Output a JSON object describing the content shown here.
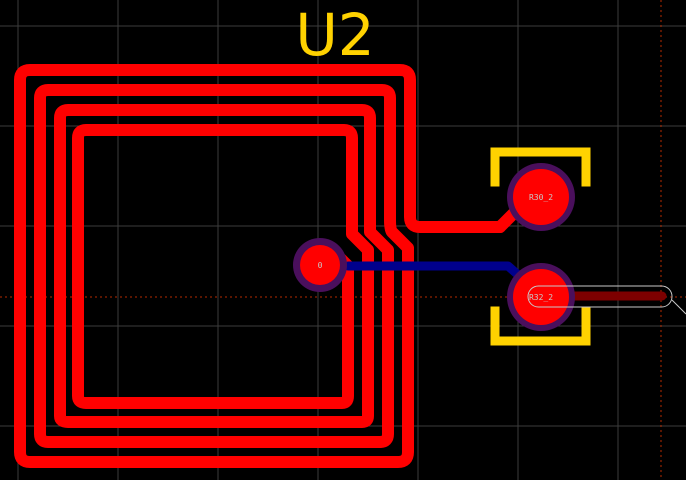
{
  "designator": "U2",
  "pads": {
    "center": "0",
    "upper": "R30_2",
    "lower": "R32_2"
  },
  "colors": {
    "background": "#000000",
    "grid": "#3c3c3c",
    "top_copper": "#ff0000",
    "bottom_copper": "#00008c",
    "silkscreen": "#ffd200",
    "pad_ring": "#4a0f5c",
    "pad_label": "#c8c8c8",
    "crosshair": "#b42a00",
    "selection": "#c8c8c8",
    "dark_trace": "#7d0000"
  },
  "grid": {
    "visible": true
  }
}
